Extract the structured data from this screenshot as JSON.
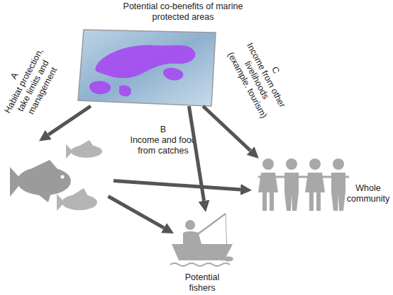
{
  "diagram": {
    "nodes": [
      {
        "text": [
          "Potential co-benefits of marine protected areas"
        ]
      },
      {
        "text": []
      },
      {
        "text": [
          "Potential fishers"
        ]
      },
      {
        "text": [
          "Whole community"
        ]
      }
    ],
    "edges": [
      {
        "from": 0,
        "to": 1,
        "arrow": "to",
        "label": "Habitat protection, take limits and management"
      },
      {
        "from": 0,
        "to": 2,
        "arrow": "to"
      },
      {
        "from": 0,
        "to": 3,
        "arrow": "to",
        "label": "Income from other livelihoods (example. tourism)"
      },
      {
        "from": 1,
        "to": 3,
        "arrow": "to",
        "label": "Income and food from catches"
      },
      {
        "from": 1,
        "to": 2,
        "arrow": "to"
      }
    ],
    "labels": [
      "A",
      "B",
      "C"
    ]
  }
}
